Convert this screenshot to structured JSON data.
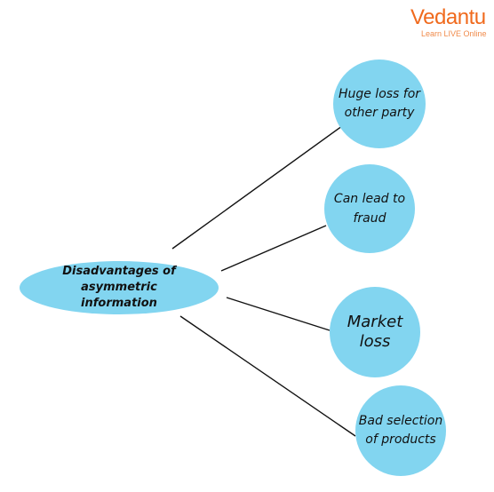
{
  "brand": {
    "name": "Vedantu",
    "tagline": "Learn LIVE Online",
    "color": "#f06a1d"
  },
  "diagram": {
    "node_color": "#82d5f0",
    "center": {
      "line1": "Disadvantages of asymmetric",
      "line2": "information"
    },
    "leaves": [
      {
        "line1": "Huge loss for",
        "line2": "other party"
      },
      {
        "line1": "Can lead to",
        "line2": "fraud"
      },
      {
        "line1": "Market loss",
        "line2": ""
      },
      {
        "line1": "Bad selection",
        "line2": "of products"
      }
    ]
  }
}
